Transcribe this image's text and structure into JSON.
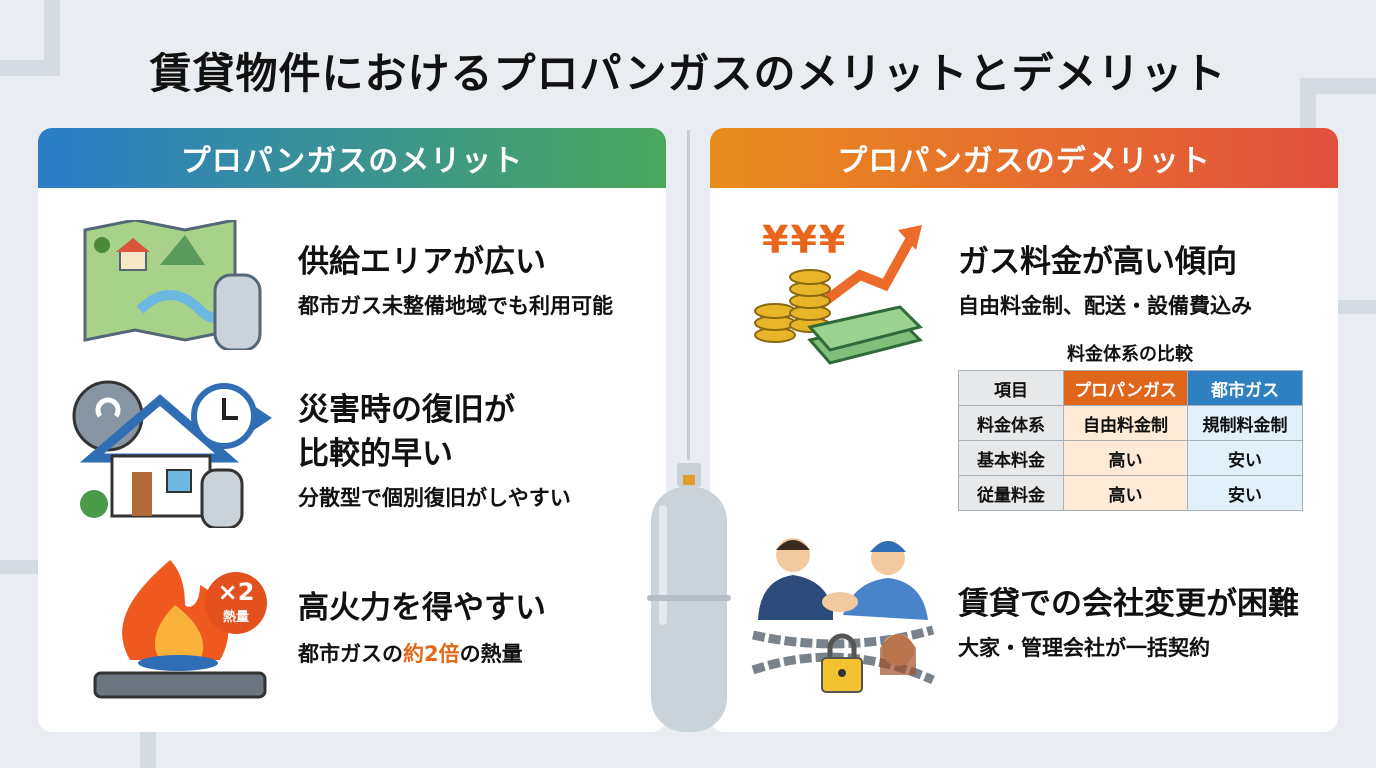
{
  "title": "賃貸物件におけるプロパンガスのメリットとデメリット",
  "merits": {
    "header": "プロパンガスのメリット",
    "items": [
      {
        "title": "供給エリアが広い",
        "sub": "都市ガス未整備地域でも利用可能",
        "icon": "map-gas-cylinder-icon"
      },
      {
        "title_lines": [
          "災害時の復旧が",
          "比較的早い"
        ],
        "sub": "分散型で個別復旧がしやすい",
        "icon": "house-disaster-clock-icon"
      },
      {
        "title": "高火力を得やすい",
        "sub_parts": [
          "都市ガスの",
          "約2倍",
          "の熱量"
        ],
        "badge": [
          "×2",
          "熱量"
        ],
        "icon": "flame-stove-icon"
      }
    ]
  },
  "demerits": {
    "header": "プロパンガスのデメリット",
    "items": [
      {
        "title": "ガス料金が高い傾向",
        "sub": "自由料金制、配送・設備費込み",
        "icon": "yen-money-rising-icon",
        "yen": "¥¥¥"
      },
      {
        "title": "賃貸での会社変更が困難",
        "sub": "大家・管理会社が一括契約",
        "icon": "handshake-chain-lock-icon"
      }
    ],
    "table": {
      "caption": "料金体系の比較",
      "headers": [
        "項目",
        "プロパンガス",
        "都市ガス"
      ],
      "rows": [
        [
          "料金体系",
          "自由料金制",
          "規制料金制"
        ],
        [
          "基本料金",
          "高い",
          "安い"
        ],
        [
          "従量料金",
          "高い",
          "安い"
        ]
      ]
    }
  },
  "colors": {
    "merit_start": "#2b7dc8",
    "merit_end": "#4aa85c",
    "demerit_start": "#e98c1c",
    "demerit_end": "#e2503e",
    "highlight": "#e2691a"
  }
}
